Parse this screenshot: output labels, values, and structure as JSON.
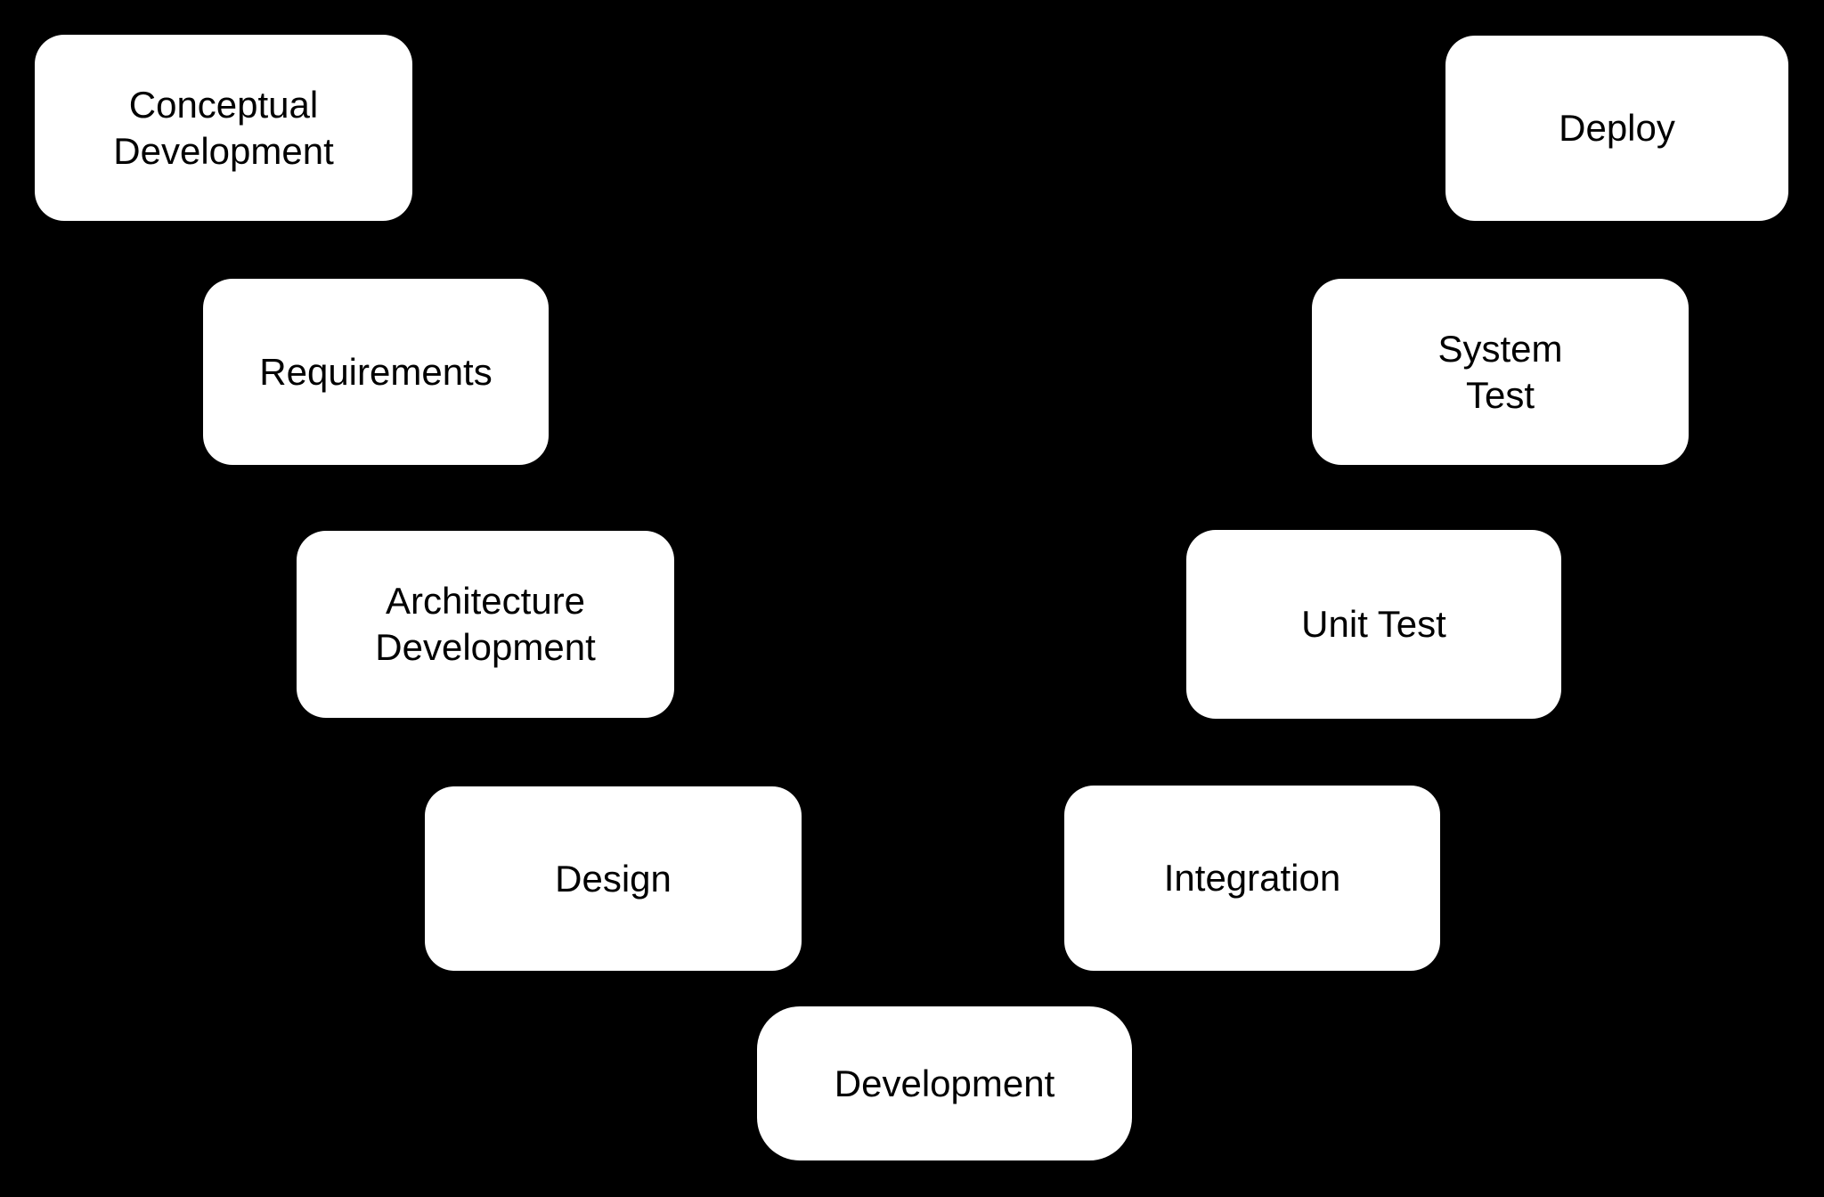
{
  "colors": {
    "background": "#000000",
    "node_fill": "#ffffff",
    "node_text": "#000000"
  },
  "nodes": [
    {
      "id": "conceptual-development",
      "lines": [
        "Conceptual",
        "Development"
      ]
    },
    {
      "id": "requirements",
      "lines": [
        "Requirements"
      ]
    },
    {
      "id": "architecture-development",
      "lines": [
        "Architecture",
        "Development"
      ]
    },
    {
      "id": "design",
      "lines": [
        "Design"
      ]
    },
    {
      "id": "development",
      "lines": [
        "Development"
      ]
    },
    {
      "id": "integration",
      "lines": [
        "Integration"
      ]
    },
    {
      "id": "unit-test",
      "lines": [
        "Unit Test"
      ]
    },
    {
      "id": "system-test",
      "lines": [
        "System",
        "Test"
      ]
    },
    {
      "id": "deploy",
      "lines": [
        "Deploy"
      ]
    }
  ]
}
